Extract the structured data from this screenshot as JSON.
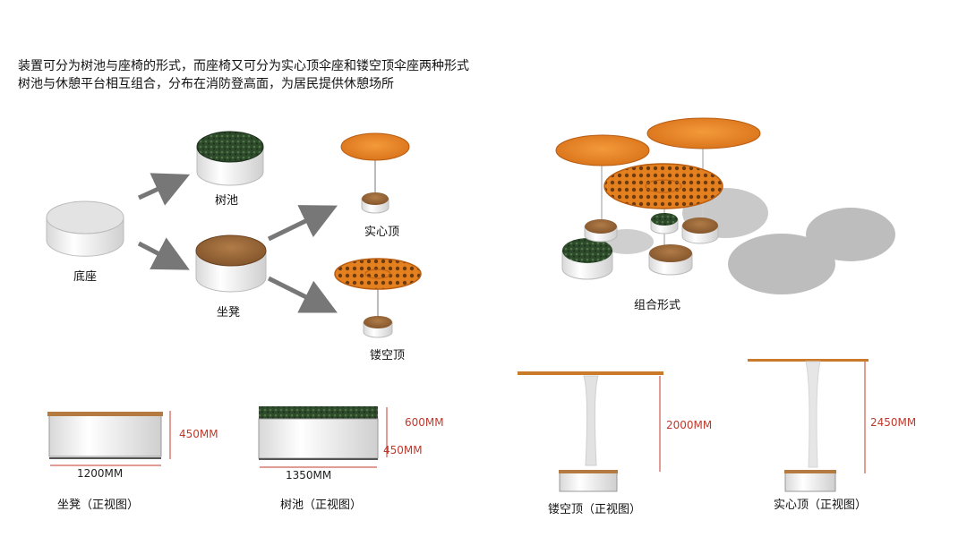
{
  "intro": {
    "line1": "装置可分为树池与座椅的形式，而座椅又可分为实心顶伞座和镂空顶伞座两种形式",
    "line2": "树池与休憩平台相互组合，分布在消防登高面，为居民提供休憩场所"
  },
  "labels": {
    "base": "底座",
    "tree_pool": "树池",
    "stool": "坐凳",
    "solid_top": "实心顶",
    "hollow_top": "镂空顶",
    "combination": "组合形式"
  },
  "elevations": {
    "stool": {
      "caption": "坐凳（正视图）",
      "height": "450MM",
      "width": "1200MM"
    },
    "tree_pool": {
      "caption": "树池（正视图）",
      "height_total": "600MM",
      "height_base": "450MM",
      "width": "1350MM"
    },
    "hollow_top": {
      "caption": "镂空顶（正视图）",
      "height": "2000MM"
    },
    "solid_top": {
      "caption": "实心顶（正视图）",
      "height": "2450MM"
    }
  },
  "colors": {
    "accent_orange": "#e57e1c",
    "wood": "#9c6b3c",
    "greenery": "#2f4a2c",
    "dimension_red": "#c0392b",
    "shadow": "#bdbdbd"
  }
}
